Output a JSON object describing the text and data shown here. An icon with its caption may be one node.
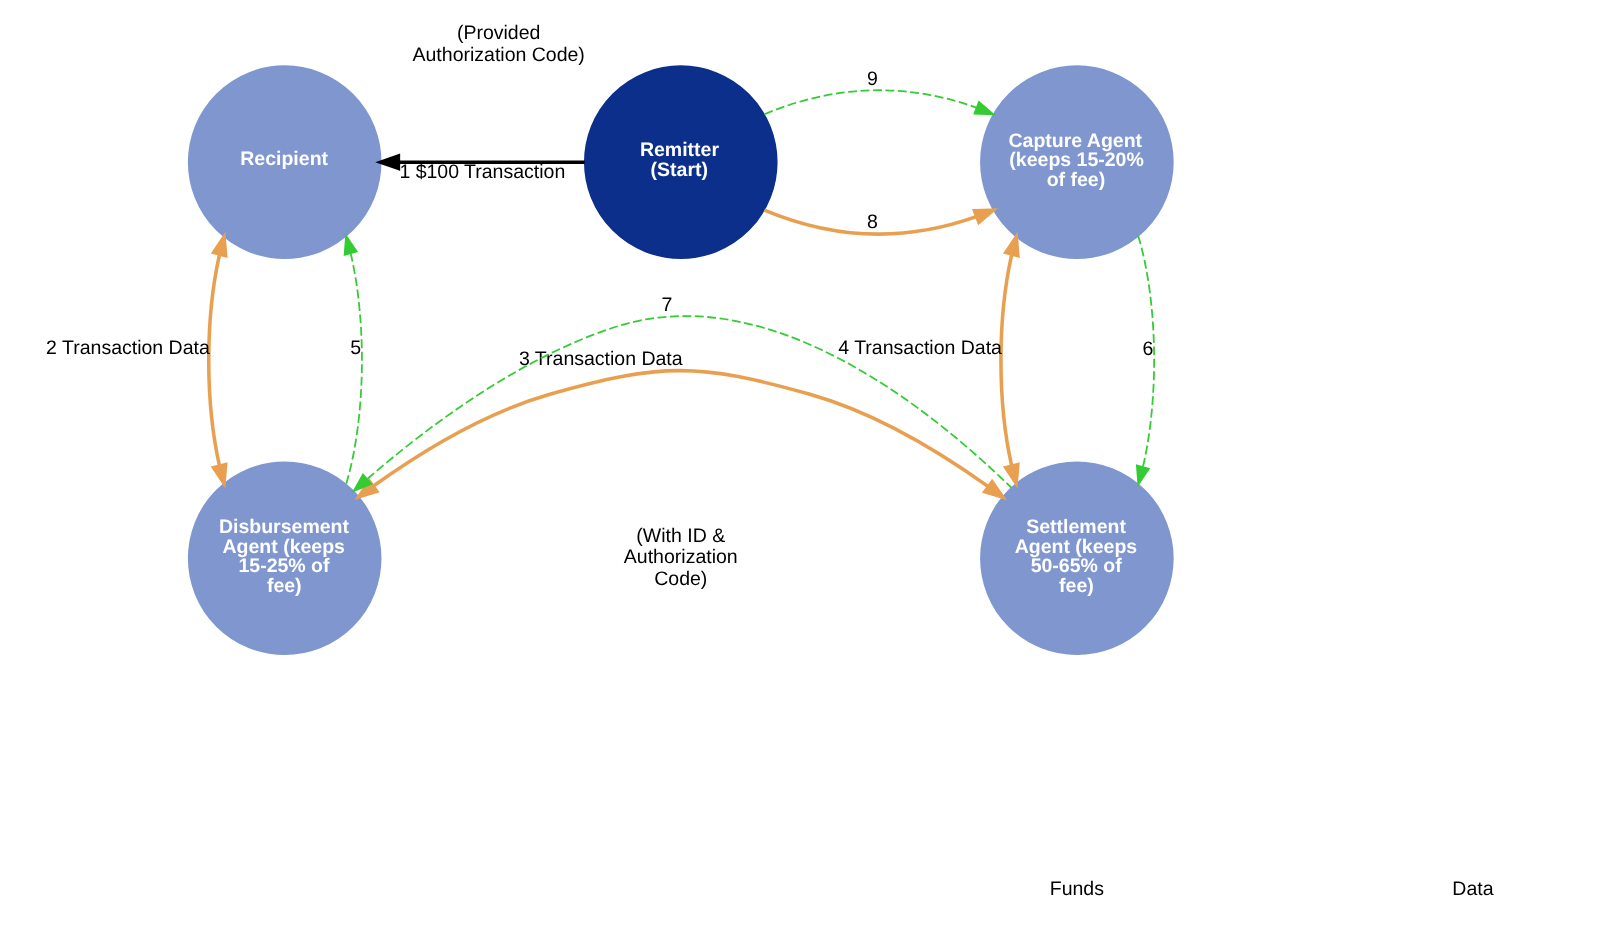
{
  "diagram": {
    "nodes": [
      {
        "text": [
          "Recipient"
        ]
      },
      {
        "text": [
          "Remitter",
          "(Start)"
        ],
        "beside": [
          "(Provided Authorization Code)"
        ]
      },
      {
        "text": [
          "Capture Agent (keeps 15-20% of fee)"
        ]
      },
      {
        "text": [
          "Disbursement Agent (keeps 15-25% of fee)"
        ]
      },
      {
        "text": [
          "Settlement Agent (keeps 50-65% of fee)"
        ]
      }
    ],
    "edges": [
      {
        "from": 1,
        "to": 0,
        "arrow": "to",
        "label": "1 $100 Transaction",
        "color": "#000000"
      },
      {
        "from": 0,
        "to": 3,
        "arrow": "both",
        "label": "2 Transaction Data",
        "color": "#e8a050"
      },
      {
        "from": 3,
        "to": 4,
        "arrow": "both",
        "label": "3 Transaction Data",
        "color": "#e8a050"
      },
      {
        "from": 2,
        "to": 4,
        "arrow": "both",
        "label": "4 Transaction Data",
        "color": "#e8a050"
      },
      {
        "from": 3,
        "to": 0,
        "arrow": "to",
        "label": "5",
        "style": "dashed",
        "color": "#33cc33"
      },
      {
        "from": 2,
        "to": 4,
        "arrow": "to",
        "label": "6",
        "style": "dashed",
        "color": "#33cc33"
      },
      {
        "from": 4,
        "to": 3,
        "arrow": "to",
        "label": "7",
        "style": "dashed",
        "color": "#33cc33"
      },
      {
        "from": 1,
        "to": 2,
        "arrow": "to",
        "label": "8",
        "color": "#e8a050"
      },
      {
        "from": 1,
        "to": 2,
        "arrow": "to",
        "label": "9",
        "style": "dashed",
        "color": "#33cc33"
      }
    ],
    "labels": [
      "(With ID & Authorization Code)"
    ],
    "legend": [
      {
        "text": "Funds"
      },
      {
        "text": "Data"
      }
    ]
  }
}
